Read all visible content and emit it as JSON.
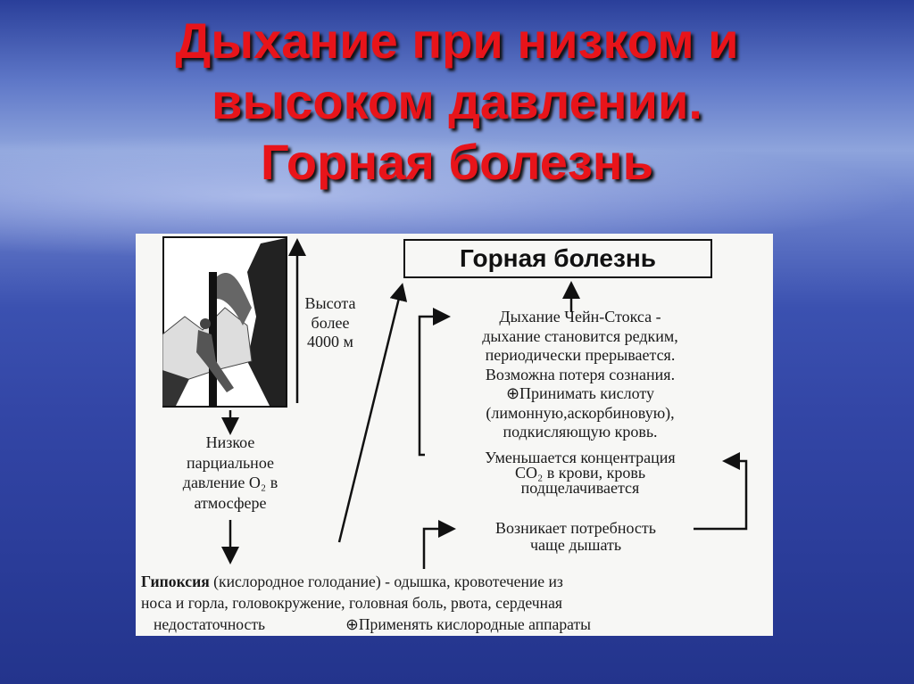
{
  "slide": {
    "title_lines": [
      "Дыхание при низком и",
      "высоком давлении.",
      "Горная болезнь"
    ]
  },
  "diagram": {
    "box_title": "Горная болезнь",
    "altitude": [
      "Высота",
      "более",
      "4000 м"
    ],
    "low_pressure": [
      "Низкое",
      "парциальное",
      "давление O₂ в",
      "атмосфере"
    ],
    "cheyne_stokes": [
      "Дыхание Чейн-Стокса -",
      "дыхание становится редким,",
      "периодически прерывается.",
      "Возможна потеря сознания.",
      "⊕Принимать кислоту",
      "(лимонную,аскорбиновую),",
      "подкисляющую кровь."
    ],
    "co2": [
      "Уменьшается концентрация",
      "CO₂ в крови, кровь",
      "подщелачивается"
    ],
    "need_breathe": [
      "Возникает потребность",
      "чаще дышать"
    ],
    "hypoxia_term": "Гипоксия",
    "hypoxia_line1": " (кислородное голодание) - одышка, кровотечение из",
    "hypoxia_line2": "носа и горла, головокружение, головная боль, рвота, сердечная",
    "hypoxia_line3a": "недостаточность",
    "hypoxia_line3b": "⊕Применять кислородные аппараты"
  }
}
